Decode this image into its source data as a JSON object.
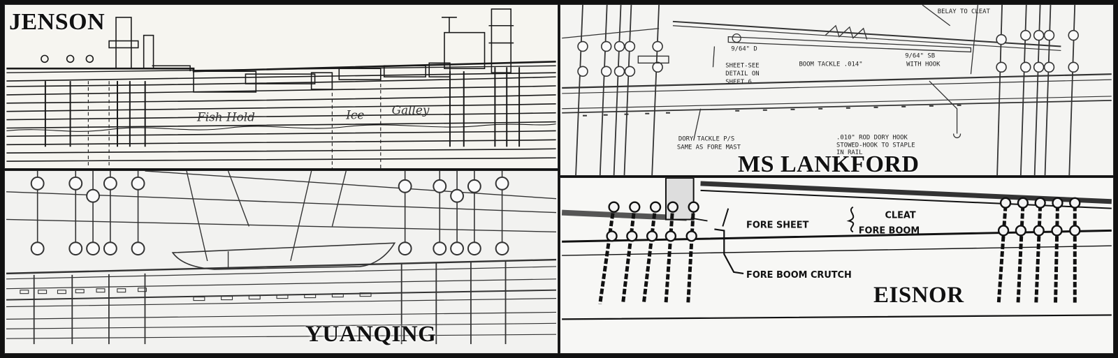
{
  "panels": {
    "jenson": {
      "builder": "JENSON",
      "plan_labels": {
        "fish_hold": "Fish Hold",
        "ice": "Ice",
        "galley": "Galley"
      }
    },
    "yuanqing": {
      "builder": "YUANQING"
    },
    "lankford": {
      "builder": "MS LANKFORD",
      "notes": {
        "belay_to_cleat": "BELAY TO CLEAT",
        "block_size": "9/64\" D",
        "boom_tackle": "BOOM TACKLE .014\"",
        "hook_size": "9/64\" SB",
        "with_hook": "WITH HOOK",
        "sheet_see_1": "SHEET-SEE",
        "sheet_see_2": "DETAIL ON",
        "sheet_see_3": "SHEET 6",
        "dory_tackle_1": "DORY TACKLE P/S",
        "dory_tackle_2": "SAME AS FORE MAST",
        "rod_hook_1": ".010\" ROD DORY HOOK",
        "rod_hook_2": "STOWED-HOOK TO STAPLE",
        "rod_hook_3": "IN RAIL"
      }
    },
    "eisnor": {
      "builder": "EISNOR",
      "labels": {
        "cleat": "CLEAT",
        "fore_boom": "FORE BOOM",
        "fore_sheet": "FORE SHEET",
        "fore_boom_crutch": "FORE BOOM CRUTCH"
      }
    }
  }
}
